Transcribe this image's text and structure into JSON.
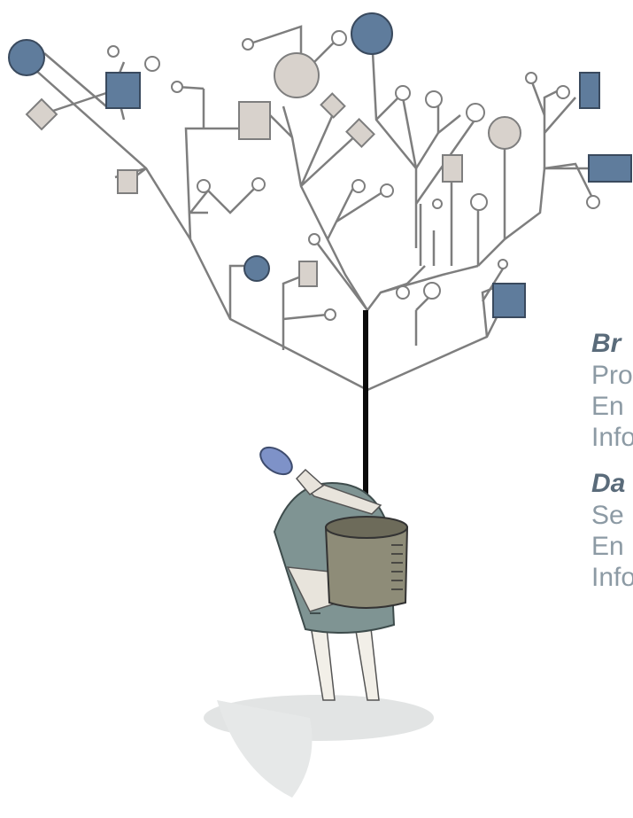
{
  "illustration": {
    "subject": "person carrying a bucket holding a branching tree of circles and squares",
    "colors": {
      "dark_node": "#5f7c9c",
      "light_node": "#d8d2cc",
      "branch": "#7e7e7e",
      "trunk": "#0a0a0a",
      "shirt": "#7f9493",
      "bucket": "#8e8c78",
      "shadow": "#e2e4e4"
    }
  },
  "text_panel": {
    "group1": {
      "heading": "Br",
      "lines": [
        "Pro",
        "En",
        "Info"
      ]
    },
    "group2": {
      "heading": "Da",
      "lines": [
        "Se",
        "En",
        "Info"
      ]
    }
  }
}
